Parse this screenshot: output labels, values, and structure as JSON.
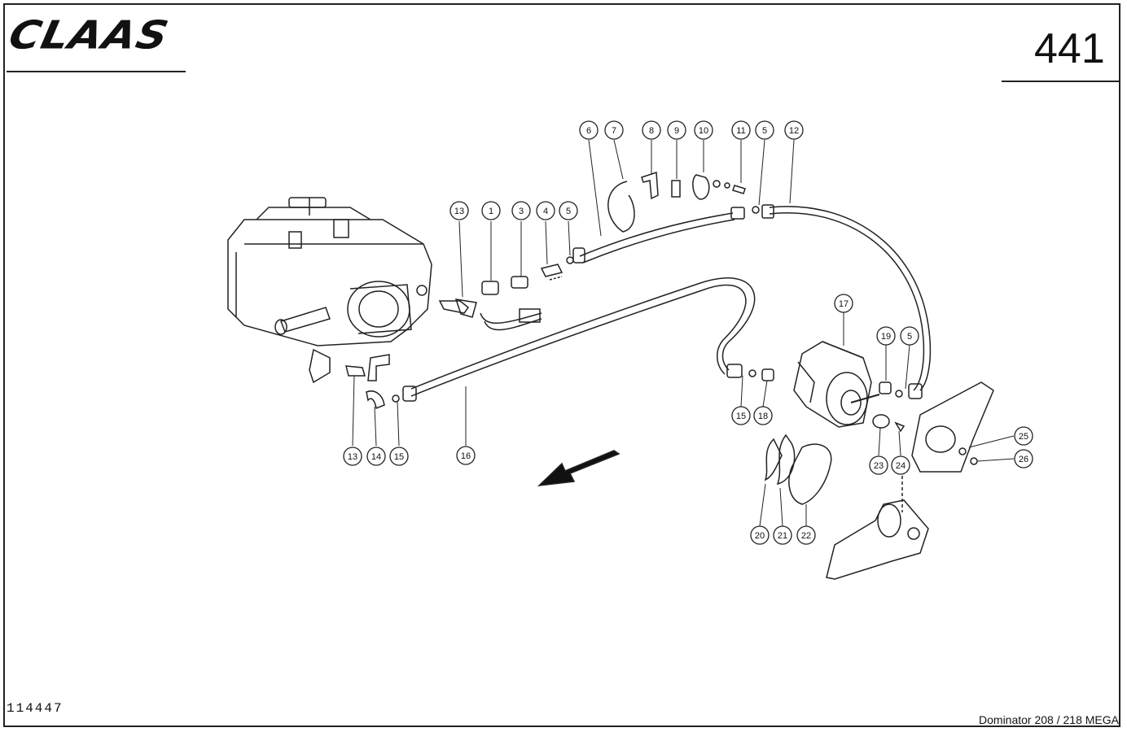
{
  "header": {
    "brand": "CLAAS",
    "page_number": "441"
  },
  "footer": {
    "diagram_id": "114447",
    "model": "Dominator 208 / 218 MEGA"
  },
  "part_callouts": [
    "1",
    "3",
    "4",
    "5",
    "6",
    "7",
    "8",
    "9",
    "10",
    "11",
    "5",
    "12",
    "13",
    "13",
    "14",
    "15",
    "15",
    "16",
    "17",
    "18",
    "19",
    "5",
    "20",
    "21",
    "22",
    "23",
    "24",
    "25",
    "26"
  ]
}
